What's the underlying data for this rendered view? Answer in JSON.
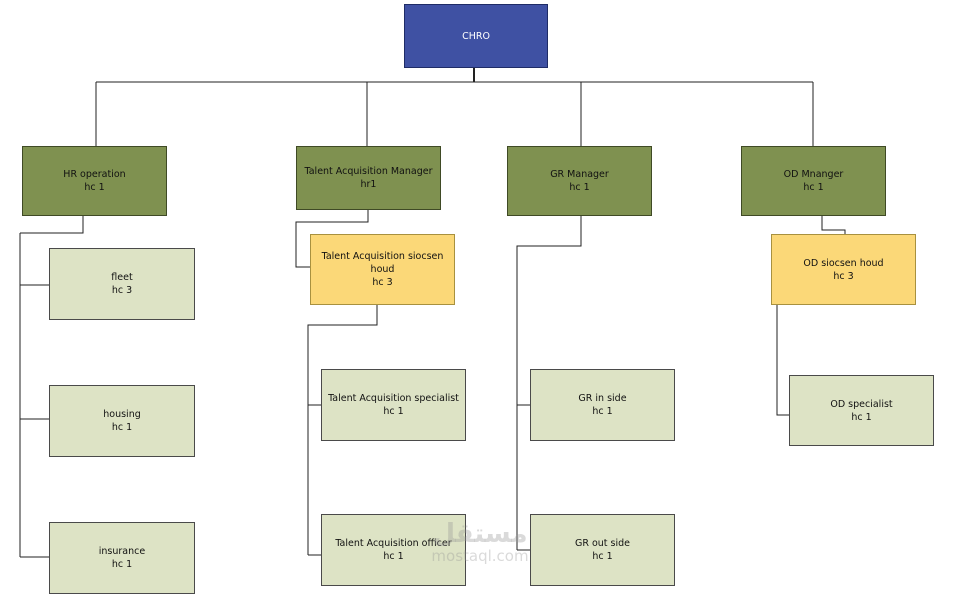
{
  "nodes": {
    "chro": {
      "name": "CHRO"
    },
    "hr_operation": {
      "name": "HR operation",
      "count": "hc 1"
    },
    "ta_manager": {
      "name": "Talent Acquisition Manager",
      "count": "hr1"
    },
    "gr_manager": {
      "name": "GR Manager",
      "count": "hc 1"
    },
    "od_manager": {
      "name": "OD Mnanger",
      "count": "hc 1"
    },
    "fleet": {
      "name": "fleet",
      "count": "hc 3"
    },
    "housing": {
      "name": "housing",
      "count": "hc 1"
    },
    "insurance": {
      "name": "insurance",
      "count": "hc 1"
    },
    "ta_section_head": {
      "name": "Talent Acquisition siocsen houd",
      "count": "hc 3"
    },
    "ta_specialist": {
      "name": "Talent Acquisition specialist",
      "count": "hc 1"
    },
    "ta_officer": {
      "name": "Talent Acquisition officer",
      "count": "hc 1"
    },
    "gr_inside": {
      "name": "GR in side",
      "count": "hc 1"
    },
    "gr_outside": {
      "name": "GR out side",
      "count": "hc 1"
    },
    "od_section_head": {
      "name": "OD siocsen houd",
      "count": "hc 3"
    },
    "od_specialist": {
      "name": "OD specialist",
      "count": "hc 1"
    }
  },
  "watermark": {
    "arabic": "مستقل",
    "latin": "mostaql.com"
  },
  "colors": {
    "root": "#3f51a3",
    "manager": "#7f9150",
    "section_head": "#fbd878",
    "staff": "#dde3c5"
  }
}
